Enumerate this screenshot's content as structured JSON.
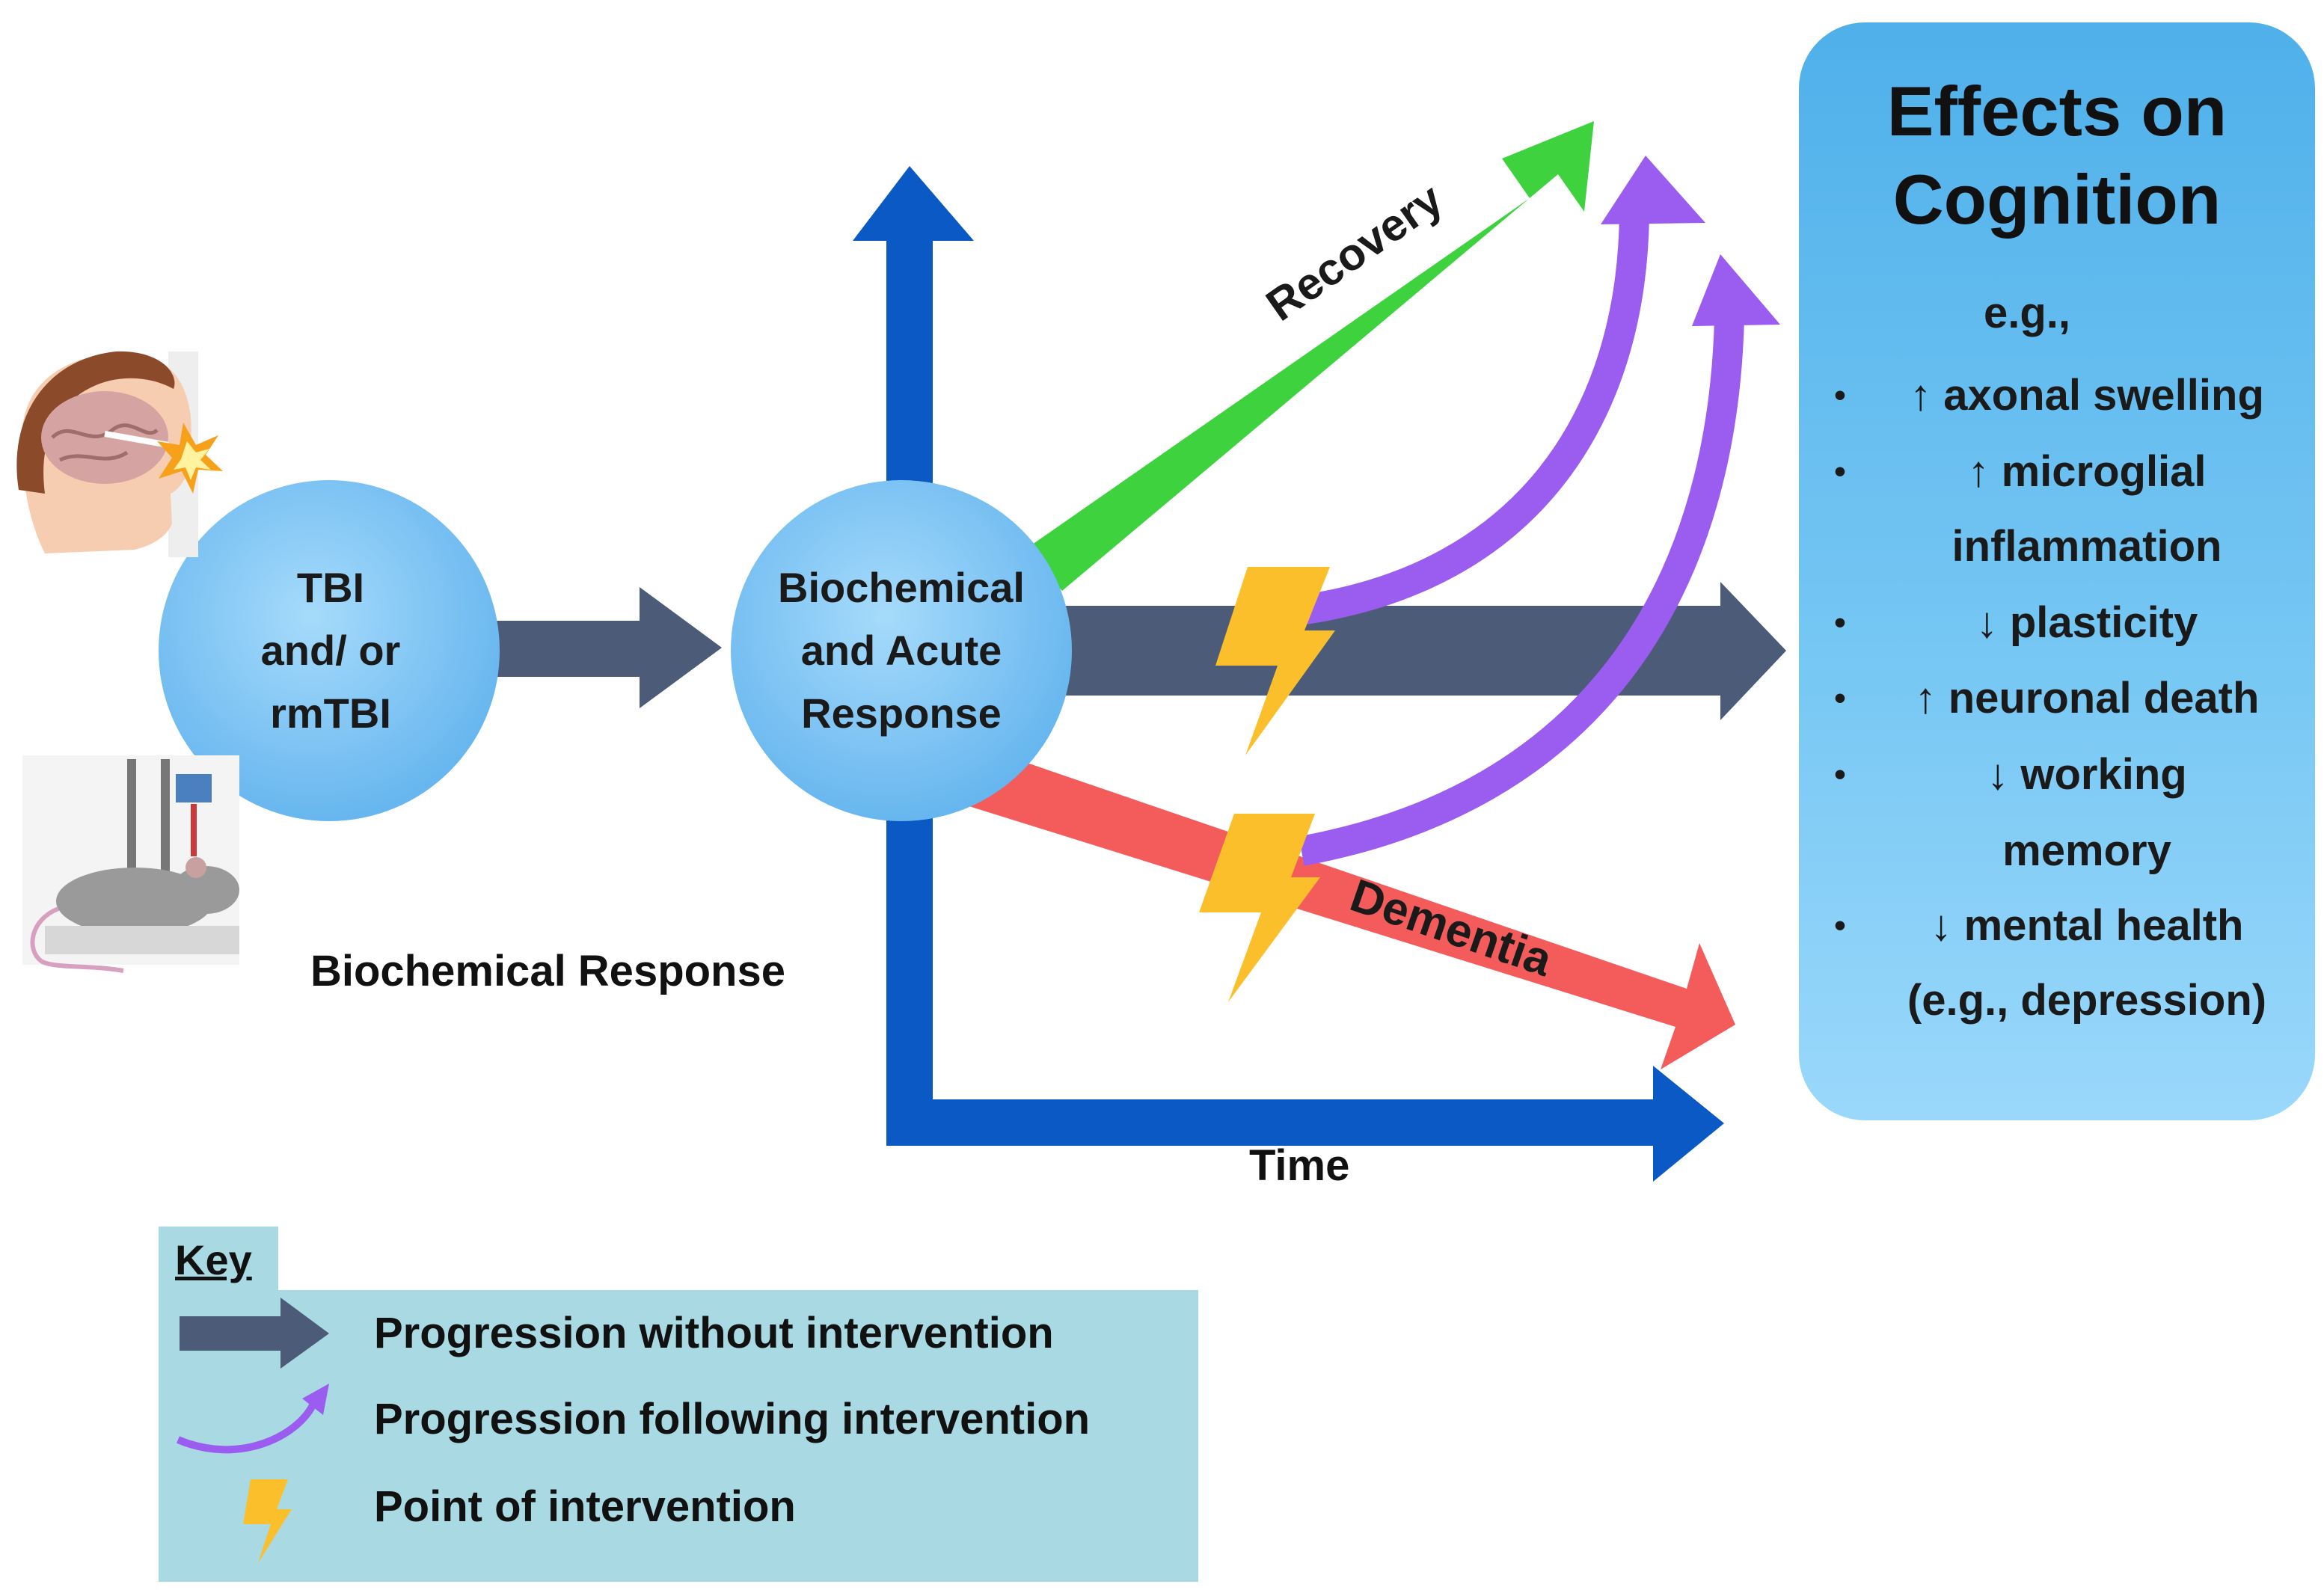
{
  "nodes": {
    "tbi": "TBI\nand/ or\nrmTBI",
    "biochemical": "Biochemical\nand Acute\nResponse"
  },
  "axes": {
    "y_label": "Biochemical Response",
    "x_label": "Time"
  },
  "trajectories": {
    "recovery": "Recovery",
    "dementia": "Dementia"
  },
  "effects": {
    "title": "Effects on\nCognition",
    "example_prefix": "e.g.,",
    "items": [
      {
        "bullet": "•",
        "text": "↑ axonal swelling"
      },
      {
        "bullet": "•",
        "text": "↑ microglial"
      },
      {
        "bullet": "",
        "text": "inflammation"
      },
      {
        "bullet": "•",
        "text": "↓ plasticity"
      },
      {
        "bullet": "•",
        "text": "↑ neuronal death"
      },
      {
        "bullet": "•",
        "text": "↓  working"
      },
      {
        "bullet": "",
        "text": "memory"
      },
      {
        "bullet": "•",
        "text": "↓  mental health"
      },
      {
        "bullet": "",
        "text": "(e.g., depression)"
      }
    ]
  },
  "key": {
    "title": "Key",
    "items": [
      {
        "icon": "progression-arrow-icon",
        "label": "Progression without intervention"
      },
      {
        "icon": "curved-purple-arrow-icon",
        "label": "Progression following intervention"
      },
      {
        "icon": "lightning-bolt-icon",
        "label": "Point of intervention"
      }
    ]
  },
  "illustrations": [
    "human-head-injury-icon",
    "rodent-weight-drop-model-icon"
  ],
  "colors": {
    "axis_blue": "#0a59c4",
    "progression_gray": "#4b5b78",
    "recovery_green": "#3ed33e",
    "dementia_red": "#f45b5b",
    "intervention_purple": "#9b5cf0",
    "lightning_yellow": "#fbbf2c",
    "circle_blue": "#7cc3f2",
    "panel_blue": "#5ab8ef",
    "key_background": "#a9d9e2"
  }
}
